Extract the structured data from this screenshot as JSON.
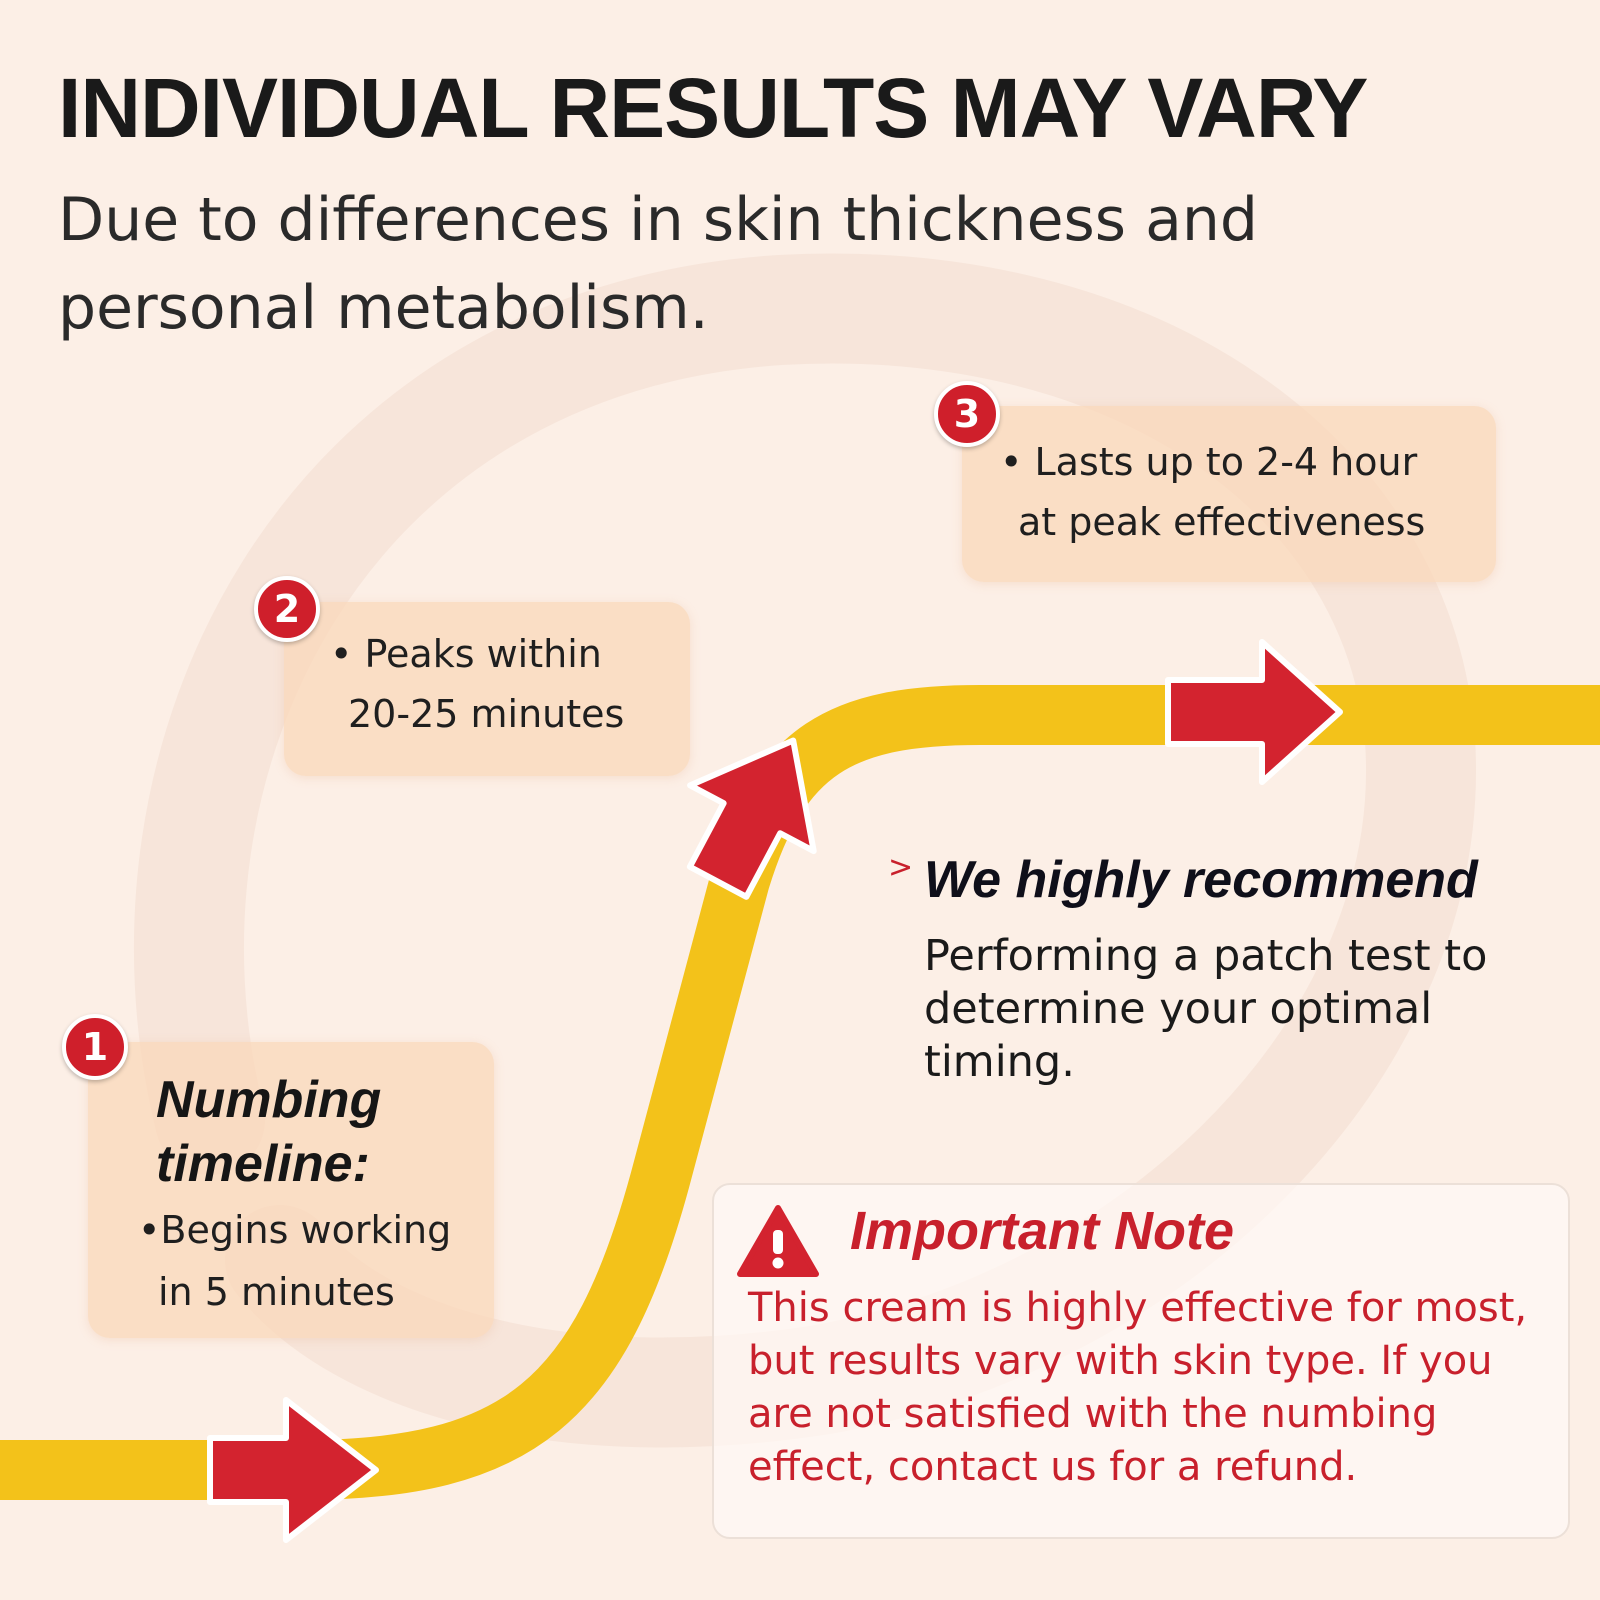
{
  "header": {
    "title": "INDIVIDUAL RESULTS MAY VARY",
    "subtitle": "Due to differences in skin thickness and personal metabolism."
  },
  "steps": [
    {
      "number": "1",
      "title": "Numbing timeline:",
      "lines": [
        "•Begins working",
        "in 5 minutes"
      ]
    },
    {
      "number": "2",
      "lines": [
        "• Peaks within",
        "20-25 minutes"
      ]
    },
    {
      "number": "3",
      "lines": [
        "• Lasts up to 2-4 hour",
        "at peak effectiveness"
      ]
    }
  ],
  "recommend": {
    "chevron": ">",
    "title": "We highly recommend",
    "body": "Performing a patch test to determine your optimal timing."
  },
  "note": {
    "title": "Important Note",
    "body": "This cream is highly effective for most, but results vary with skin type. If you are not satisfied with the numbing effect, contact us for a refund."
  },
  "colors": {
    "background": "#fcefe6",
    "card": "#f9d7bb",
    "path": "#f3c21a",
    "arrow": "#d3232f",
    "accent_red": "#c8202c",
    "title_text": "#1a1a1a"
  },
  "icons": {
    "badge": "numbered-circle-badge",
    "warning": "warning-triangle-icon",
    "arrow": "red-arrow-icon"
  }
}
